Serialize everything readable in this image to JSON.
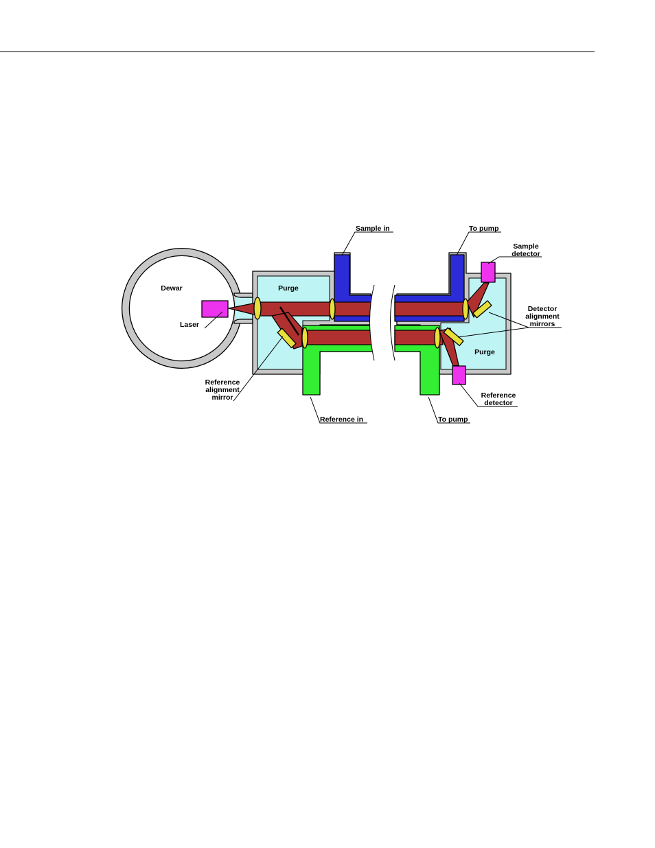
{
  "labels": {
    "dewar": "Dewar",
    "laser": "Laser",
    "purge_left": "Purge",
    "purge_right": "Purge",
    "sample_in": "Sample in",
    "to_pump_top": "To pump",
    "sample_detector_line1": "Sample",
    "sample_detector_line2": "detector",
    "detector_mirrors_line1": "Detector",
    "detector_mirrors_line2": "alignment",
    "detector_mirrors_line3": "mirrors",
    "reference_mirror_line1": "Reference",
    "reference_mirror_line2": "alignment",
    "reference_mirror_line3": "mirror",
    "reference_in": "Reference in",
    "to_pump_bottom": "To pump",
    "reference_detector_line1": "Reference",
    "reference_detector_line2": "detector"
  },
  "colors": {
    "housing": "#c8c8c8",
    "purge": "#bff4f4",
    "sample_cell": "#2b2bd8",
    "reference_cell": "#33ee33",
    "beam": "#b03030",
    "laser": "#ee33ee",
    "mirror": "#e8e03a",
    "outline": "#000000"
  }
}
